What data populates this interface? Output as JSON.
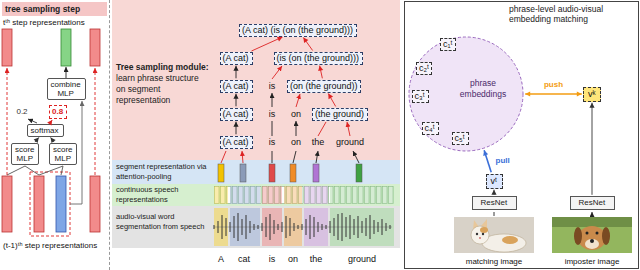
{
  "diagram": {
    "nodes": [
      {
        "text": [
          "tree sampling step"
        ]
      },
      {
        "text": [
          "combine MLP"
        ],
        "in": 0
      },
      {
        "text": [
          "0.8"
        ],
        "in": 0
      },
      {
        "text": [
          "softmax"
        ],
        "in": 0
      },
      {
        "text": [
          "score MLP"
        ],
        "in": 0
      },
      {
        "text": [
          "score MLP"
        ],
        "in": 0
      },
      {
        "text": [
          "Tree sampling module:",
          "learn phrase structure on segment representation"
        ]
      },
      {
        "text": [
          "(A cat) (is (on (the ground)))"
        ],
        "in": 6
      },
      {
        "text": [
          "(A cat)"
        ],
        "in": 6
      },
      {
        "text": [
          "(is (on (the ground)))"
        ],
        "in": 6
      },
      {
        "text": [
          "(A cat)"
        ],
        "in": 6
      },
      {
        "text": [
          "(on (the ground))"
        ],
        "in": 6
      },
      {
        "text": [
          "(A cat)"
        ],
        "in": 6
      },
      {
        "text": [
          "(the ground)"
        ],
        "in": 6
      },
      {
        "text": [
          "(A cat)"
        ],
        "in": 6
      },
      {
        "text": [
          "segment representation via attention-pooling"
        ]
      },
      {
        "text": [
          "continuous speech representations"
        ]
      },
      {
        "text": [
          "audio-visual word segmentation from speech"
        ]
      },
      {
        "text": [
          "phrase-level audio-visual embedding matching"
        ]
      },
      {
        "text": [
          "phrase embeddings"
        ],
        "in": 18
      },
      {
        "text": [
          "c₁ᵗ"
        ],
        "in": 19
      },
      {
        "text": [
          "c₂ᵗ"
        ],
        "in": 19
      },
      {
        "text": [
          "c₃ᵗ"
        ],
        "in": 19
      },
      {
        "text": [
          "c₄ᵗ"
        ],
        "in": 19
      },
      {
        "text": [
          "c₅ᵗ"
        ],
        "in": 19
      },
      {
        "text": [
          "vᵏ"
        ],
        "in": 18
      },
      {
        "text": [
          "vᵗ"
        ],
        "in": 18
      },
      {
        "text": [
          "ResNet"
        ],
        "in": 18
      },
      {
        "text": [
          "ResNet"
        ],
        "in": 18
      }
    ],
    "edges": [
      {
        "from": 4,
        "to": 3,
        "arrow": "to"
      },
      {
        "from": 5,
        "to": 3,
        "arrow": "to"
      },
      {
        "from": 3,
        "to": 2,
        "arrow": "to"
      },
      {
        "from": 14,
        "to": 12,
        "arrow": "to"
      },
      {
        "from": 12,
        "to": 10,
        "arrow": "to"
      },
      {
        "from": 10,
        "to": 8,
        "arrow": "to"
      },
      {
        "from": 13,
        "to": 11,
        "arrow": "to"
      },
      {
        "from": 11,
        "to": 9,
        "arrow": "to"
      },
      {
        "from": 8,
        "to": 7,
        "arrow": "to"
      },
      {
        "from": 9,
        "to": 7,
        "arrow": "to"
      },
      {
        "from": 19,
        "to": 25,
        "label": "push",
        "arrow": "both"
      },
      {
        "from": 26,
        "to": 19,
        "label": "pull",
        "arrow": "to"
      },
      {
        "from": 27,
        "to": 26,
        "arrow": "to"
      },
      {
        "from": 28,
        "to": 25,
        "arrow": "to"
      }
    ],
    "labels": [
      "tᵗʰ step representations",
      "0.2",
      "(t-1)ᵗʰ step representations",
      "is",
      "is",
      "on",
      "is",
      "on",
      "the",
      "ground",
      "A",
      "cat",
      "is",
      "on",
      "the",
      "ground",
      "matching image",
      "imposter image"
    ]
  }
}
